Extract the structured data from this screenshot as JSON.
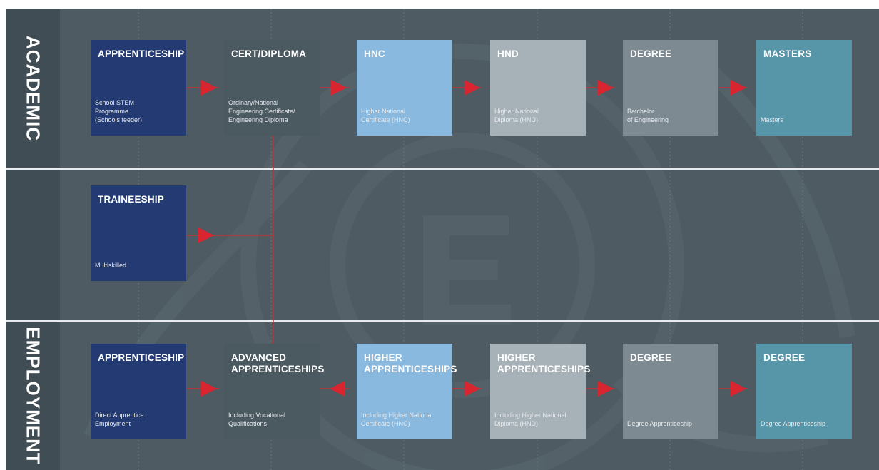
{
  "colors": {
    "background": "#4e5b63",
    "label_column": "#414d55",
    "separator": "#e8ecee",
    "arrow": "#d82530",
    "connector": "#c0303a",
    "navy": "#233a72",
    "slate": "#4b5961",
    "sky": "#8ab9e0",
    "pale": "#a6b1b8",
    "grey": "#7d8a92",
    "teal": "#5795a8"
  },
  "rows": {
    "academic": "ACADEMIC",
    "employment": "EMPLOYMENT"
  },
  "academic": [
    {
      "title": "APPRENTICESHIP",
      "desc": "School STEM\nProgramme\n(Schools feeder)"
    },
    {
      "title": "CERT/DIPLOMA",
      "desc": "Ordinary/National\nEngineering Certificate/\nEngineering Diploma"
    },
    {
      "title": "HNC",
      "desc": "Higher National\nCertificate (HNC)"
    },
    {
      "title": "HND",
      "desc": "Higher National\nDiploma (HND)"
    },
    {
      "title": "DEGREE",
      "desc": "Batchelor\nof Engineering"
    },
    {
      "title": "MASTERS",
      "desc": "Masters"
    }
  ],
  "middle": [
    {
      "title": "TRAINEESHIP",
      "desc": "Multiskilled"
    }
  ],
  "employment": [
    {
      "title": "APPRENTICESHIP",
      "desc": "Direct Apprentice\nEmployment"
    },
    {
      "title": "ADVANCED\nAPPRENTICESHIPS",
      "desc": "Including Vocational\nQualifications"
    },
    {
      "title": "HIGHER\nAPPRENTICESHIPS",
      "desc": "Including Higher National\nCertificate (HNC)"
    },
    {
      "title": "HIGHER\nAPPRENTICESHIPS",
      "desc": "Including Higher National\nDiploma (HND)"
    },
    {
      "title": "DEGREE",
      "desc": "Degree Apprenticeship"
    },
    {
      "title": "DEGREE",
      "desc": "Degree Apprenticeship"
    }
  ]
}
